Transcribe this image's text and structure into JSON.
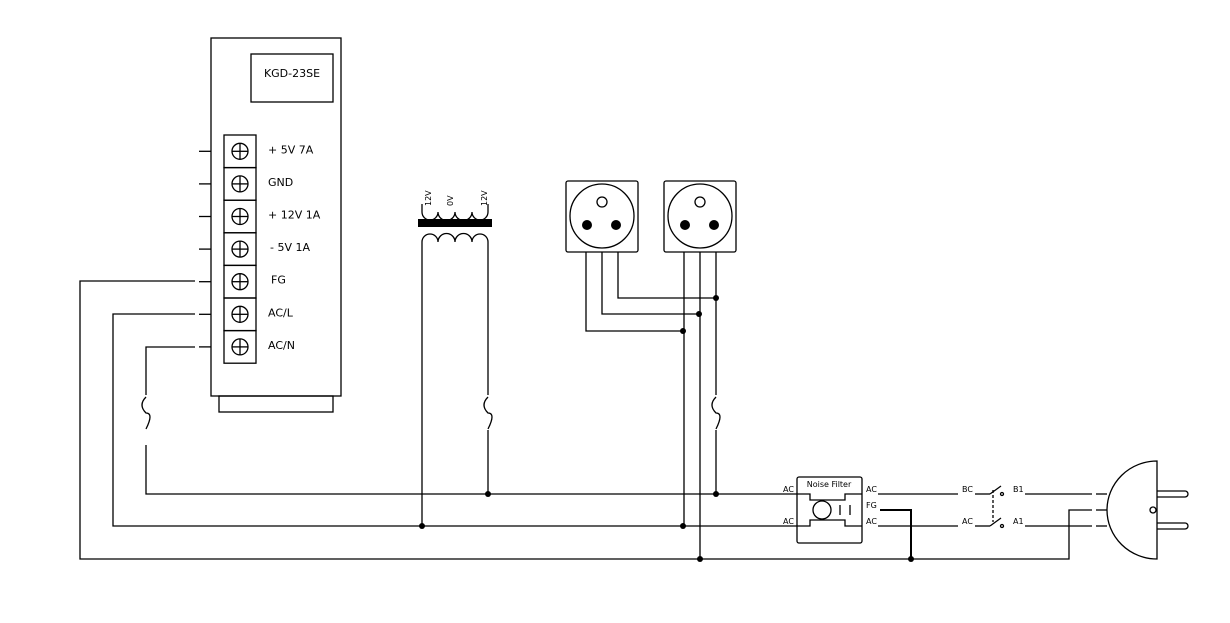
{
  "psu": {
    "model": "KGD-23SE",
    "terminals": [
      "+ 5V 7A",
      "GND",
      "+ 12V 1A",
      "- 5V 1A",
      "FG",
      "AC/L",
      "AC/N"
    ]
  },
  "transformer": {
    "taps": [
      "12V",
      "0V",
      "12V"
    ]
  },
  "noise_filter": {
    "title": "Noise Filter",
    "left": [
      "AC",
      "AC"
    ],
    "right": [
      "AC",
      "FG",
      "AC"
    ]
  },
  "switch": {
    "labels": [
      "BC",
      "B1",
      "AC",
      "A1"
    ]
  }
}
